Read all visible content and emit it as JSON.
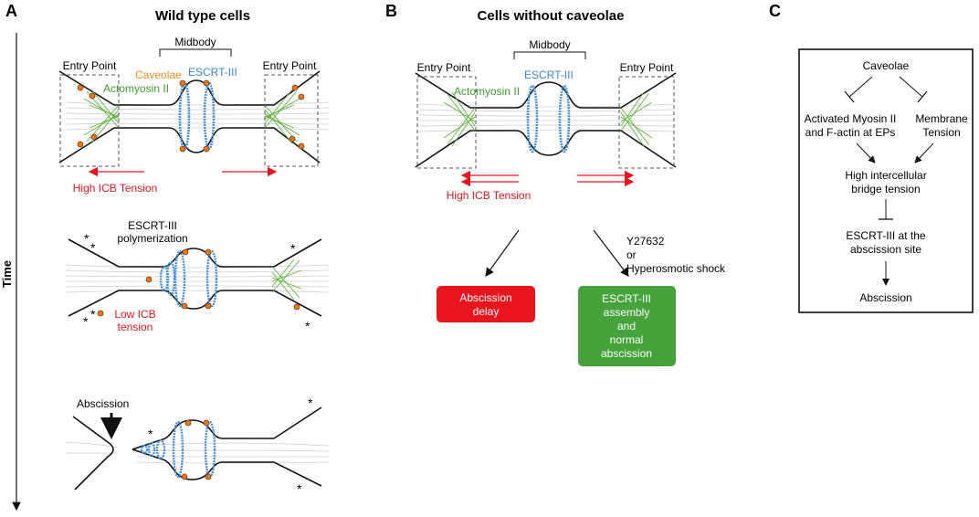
{
  "panel_a": {
    "letter": "A",
    "title": "Wild type cells",
    "time_label": "Time",
    "stage1": {
      "midbody": "Midbody",
      "entry_left": "Entry Point",
      "entry_right": "Entry Point",
      "caveolae": "Caveolae",
      "escrt": "ESCRT-III",
      "actomyosin": "Actomyosin II",
      "tension": "High ICB Tension"
    },
    "stage2": {
      "polymerization_line1": "ESCRT-III",
      "polymerization_line2": "polymerization",
      "low_tension_line1": "Low ICB",
      "low_tension_line2": "tension",
      "star": "*"
    },
    "stage3": {
      "abscission": "Abscission",
      "star": "*"
    }
  },
  "panel_b": {
    "letter": "B",
    "title": "Cells without caveolae",
    "midbody": "Midbody",
    "entry_left": "Entry Point",
    "entry_right": "Entry Point",
    "escrt": "ESCRT-III",
    "actomyosin": "Actomyosin II",
    "tension": "High ICB Tension",
    "treatment_line1": "Y27632",
    "treatment_line2": "or",
    "treatment_line3": "Hyperosmotic shock",
    "delay_box_line1": "Abscission",
    "delay_box_line2": "delay",
    "normal_box_line1": "ESCRT-III",
    "normal_box_line2": "assembly",
    "normal_box_line3": "and",
    "normal_box_line4": "normal",
    "normal_box_line5": "abscission"
  },
  "panel_c": {
    "letter": "C",
    "caveolae": "Caveolae",
    "myosin_line1": "Activated Myosin II",
    "myosin_line2": "and F-actin at EPs",
    "membrane_line1": "Membrane",
    "membrane_line2": "Tension",
    "bridge_line1": "High intercellular",
    "bridge_line2": "bridge tension",
    "escrt_line1": "ESCRT-III at the",
    "escrt_line2": "abscission site",
    "abscission": "Abscission"
  },
  "colors": {
    "caveolae_label": "#f08c1e",
    "escrt_label": "#3a86d4",
    "actomyosin_label": "#3f9e2b",
    "tension": "#e8141e",
    "red_box": "#e8141e",
    "green_box": "#46a33c"
  }
}
